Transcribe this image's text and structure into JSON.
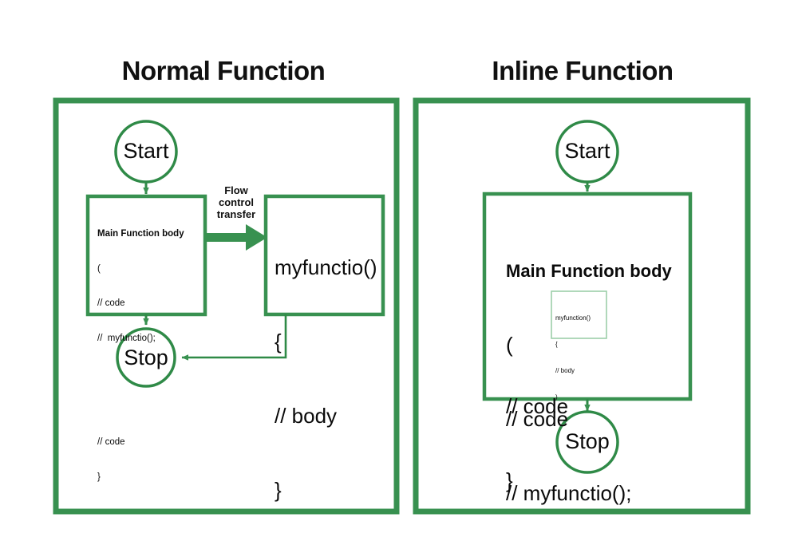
{
  "figure": {
    "background": "#ffffff",
    "accent_green": "#389150",
    "accent_green_light": "#9ccfa9",
    "text_color": "#0a0a0a"
  },
  "panels": [
    {
      "id": "normal",
      "title": "Normal Function",
      "start_label": "Start",
      "stop_label": "Stop",
      "flow_label": "Flow\ncontrol\ntransfer",
      "flow_label_lines": [
        "Flow",
        "control",
        "transfer"
      ],
      "main_box": {
        "heading": "Main Function body",
        "lines": [
          "(",
          "// code",
          "//  myfunctio();",
          "",
          "",
          "// code",
          "}"
        ]
      },
      "func_box": {
        "lines": [
          "myfunctio()",
          "{",
          "// body",
          "}"
        ]
      }
    },
    {
      "id": "inline",
      "title": "Inline Function",
      "start_label": "Start",
      "stop_label": "Stop",
      "main_box": {
        "heading": "Main Function body",
        "lines_before": [
          "(",
          "// code",
          "// myfunctio();"
        ],
        "lines_after": [
          "// code",
          "}"
        ]
      },
      "inner_box": {
        "lines": [
          "myfunction()",
          "{",
          "// body",
          ")"
        ]
      }
    }
  ]
}
